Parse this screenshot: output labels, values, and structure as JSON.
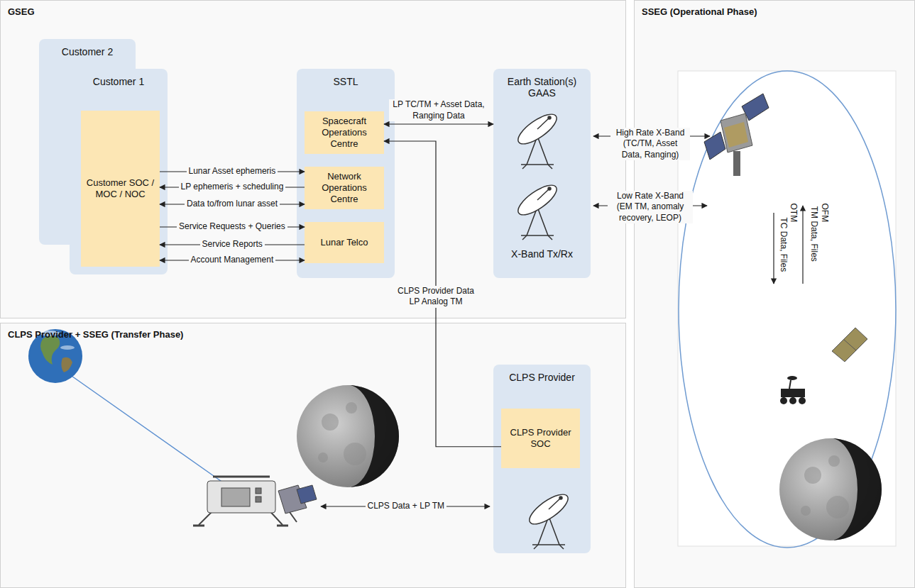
{
  "diagram": {
    "nodes": [
      {
        "text": [
          "GSEG"
        ]
      },
      {
        "text": [
          "Customer 2"
        ],
        "in": 0
      },
      {
        "text": [
          "Customer 1"
        ],
        "in": 0
      },
      {
        "text": [
          "Customer SOC / MOC / NOC"
        ],
        "in": 2
      },
      {
        "text": [
          "SSTL"
        ],
        "in": 0
      },
      {
        "text": [
          "Spacecraft Operations Centre"
        ],
        "in": 4
      },
      {
        "text": [
          "Network Operations Centre"
        ],
        "in": 4
      },
      {
        "text": [
          "Lunar Telco"
        ],
        "in": 4
      },
      {
        "text": [
          "Earth Station(s) GAAS",
          "X-Band Tx/Rx"
        ],
        "in": 0
      },
      {
        "text": [
          "SSEG (Operational Phase)"
        ]
      },
      {
        "text": [
          "CLPS Provider + SSEG (Transfer Phase)"
        ]
      },
      {
        "text": [
          "CLPS Provider"
        ],
        "in": 10
      },
      {
        "text": [
          "CLPS Provider SOC"
        ],
        "in": 11
      }
    ],
    "edges": [
      {
        "from": 3,
        "to": 6,
        "label": "Lunar Asset ephemeris",
        "arrow": "to"
      },
      {
        "from": 6,
        "to": 3,
        "label": "LP ephemeris + scheduling",
        "arrow": "to"
      },
      {
        "from": 3,
        "to": 6,
        "label": "Data to/from lunar asset",
        "arrow": "both"
      },
      {
        "from": 3,
        "to": 7,
        "label": "Service Requests + Queries",
        "arrow": "to"
      },
      {
        "from": 7,
        "to": 3,
        "label": "Service Reports",
        "arrow": "to"
      },
      {
        "from": 3,
        "to": 7,
        "label": "Account Management",
        "arrow": "both"
      },
      {
        "from": 5,
        "to": 8,
        "label": "LP TC/TM + Asset Data, Ranging Data",
        "arrow": "both"
      },
      {
        "from": 12,
        "to": 5,
        "label": "CLPS Provider Data LP Analog TM",
        "arrow": "to"
      }
    ],
    "labels": [
      "High Rate X-Band (TC/TM, Asset Data, Ranging)",
      "Low Rate X-Band (EM TM, anomaly recovery, LEOP)",
      "TM Data, Files",
      "OFM",
      "OTM",
      "TC Data, Files",
      "CLPS Data + LP TM"
    ]
  }
}
